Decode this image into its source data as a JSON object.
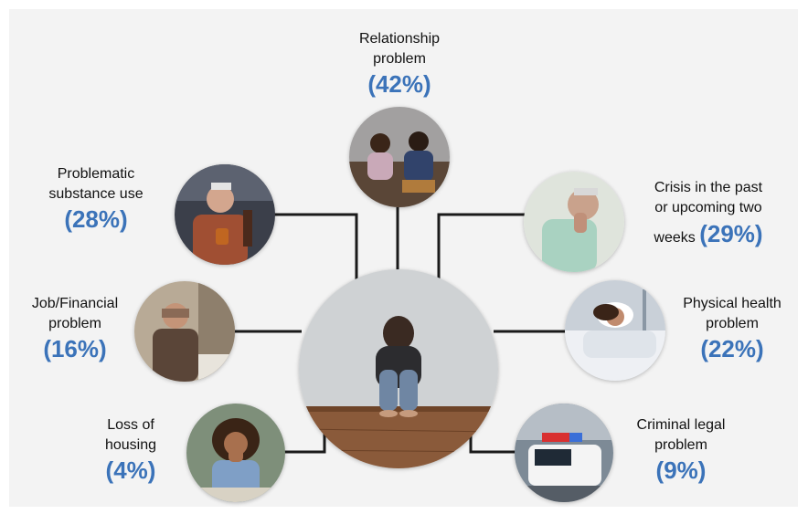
{
  "colors": {
    "percent": "#3b73b9",
    "connector": "#1a1a1a",
    "background": "#f3f3f3"
  },
  "center": {
    "icon": "person-sitting-sad-photo"
  },
  "items": {
    "relationship": {
      "line1": "Relationship",
      "line2": "problem",
      "percent": "(42%)",
      "icon": "couple-arguing-photo"
    },
    "substance": {
      "line1": "Problematic",
      "line2": "substance use",
      "percent": "(28%)",
      "icon": "man-drinking-photo"
    },
    "job": {
      "line1": "Job/Financial",
      "line2": "problem",
      "percent": "(16%)",
      "icon": "man-stressed-desk-photo"
    },
    "housing": {
      "line1": "Loss of",
      "line2": "housing",
      "percent": "(4%)",
      "icon": "woman-worried-photo"
    },
    "crisis": {
      "line1": "Crisis in the past",
      "line2": "or upcoming two",
      "line3": "weeks",
      "percent": "(29%)",
      "icon": "man-anxious-photo"
    },
    "health": {
      "line1": "Physical health",
      "line2": "problem",
      "percent": "(22%)",
      "icon": "patient-hospital-bed-photo"
    },
    "legal": {
      "line1": "Criminal legal",
      "line2": "problem",
      "percent": "(9%)",
      "icon": "police-car-photo"
    }
  }
}
